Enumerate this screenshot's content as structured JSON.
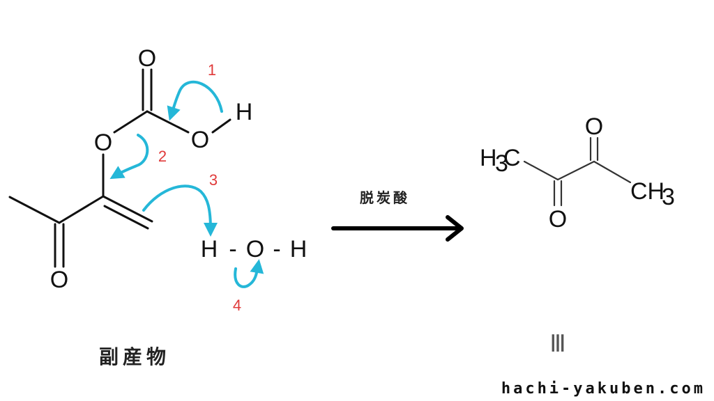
{
  "reactant": {
    "atoms": {
      "o_carbonyl_top": "O",
      "o_ester": "O",
      "o_hydroxyl": "O",
      "h_hydroxyl": "H",
      "o_ketone": "O"
    },
    "label": "副産物"
  },
  "water": {
    "h_left": "H",
    "dash1": "-",
    "o": "O",
    "dash2": "-",
    "h_right": "H"
  },
  "steps": [
    "1",
    "2",
    "3",
    "4"
  ],
  "reaction": {
    "label": "脱炭酸"
  },
  "product": {
    "h3c": "H",
    "h3c_sub": "3",
    "h3c_c": "C",
    "o_top": "O",
    "o_bottom": "O",
    "ch3": "CH",
    "ch3_sub": "3",
    "label": "Ⅲ"
  },
  "watermark": "hachi-yakuben.com",
  "colors": {
    "curved_arrows": "#25b7d8",
    "step_numbers": "#e03a3a",
    "text": "#111111"
  }
}
